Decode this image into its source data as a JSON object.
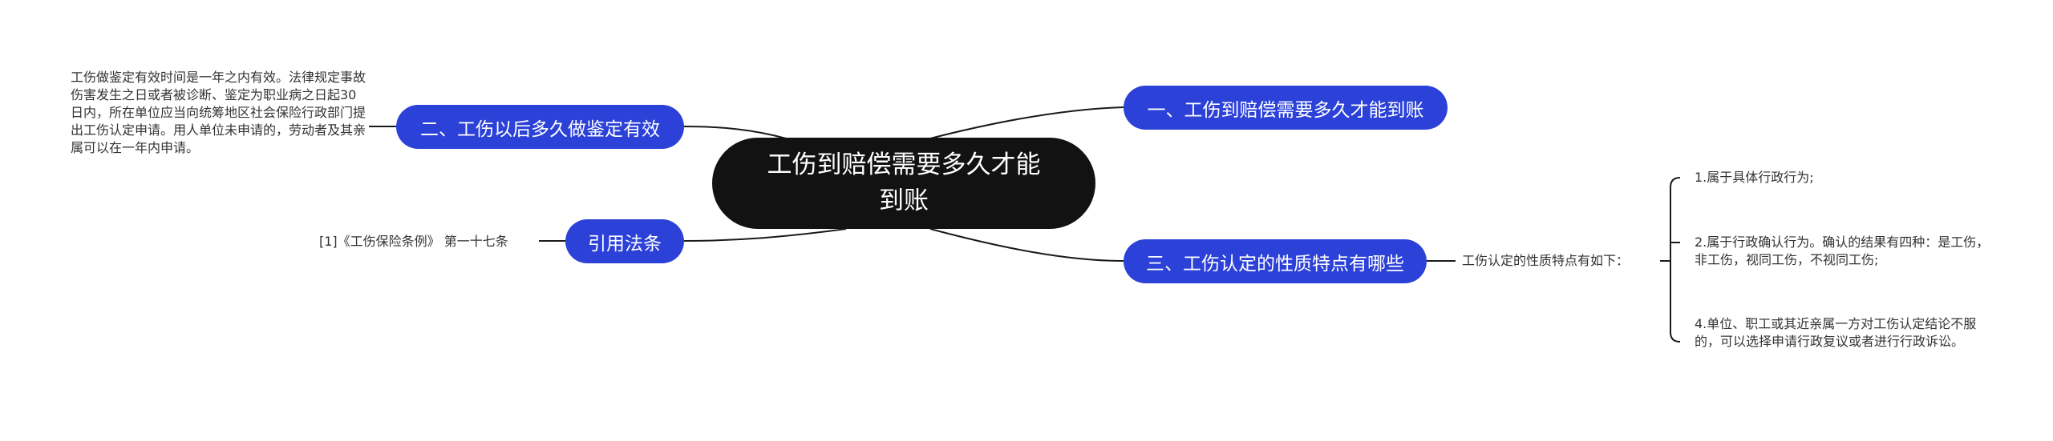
{
  "mindmap": {
    "root": {
      "label": "工伤到赔偿需要多久才能到账"
    },
    "branch_1": {
      "label": "一、工伤到赔偿需要多久才能到账"
    },
    "branch_2": {
      "label": "二、工伤以后多久做鉴定有效",
      "detail": "工伤做鉴定有效时间是一年之内有效。法律规定事故伤害发生之日或者被诊断、鉴定为职业病之日起30日内，所在单位应当向统筹地区社会保险行政部门提出工伤认定申请。用人单位未申请的，劳动者及其亲属可以在一年内申请。"
    },
    "branch_3": {
      "label": "引用法条",
      "citation": "[1]《工伤保险条例》 第一十七条"
    },
    "branch_4": {
      "label": "三、工伤认定的性质特点有哪些",
      "intro": "工伤认定的性质特点有如下：",
      "points": [
        "1.属于具体行政行为;",
        "2.属于行政确认行为。确认的结果有四种：是工伤，非工伤，视同工伤，不视同工伤;",
        "4.单位、职工或其近亲属一方对工伤认定结论不服的，可以选择申请行政复议或者进行行政诉讼。"
      ]
    }
  },
  "colors": {
    "root_fill": "#121212",
    "branch_fill": "#2b41d8",
    "connector": "#1a1a1a",
    "text": "#333333"
  }
}
